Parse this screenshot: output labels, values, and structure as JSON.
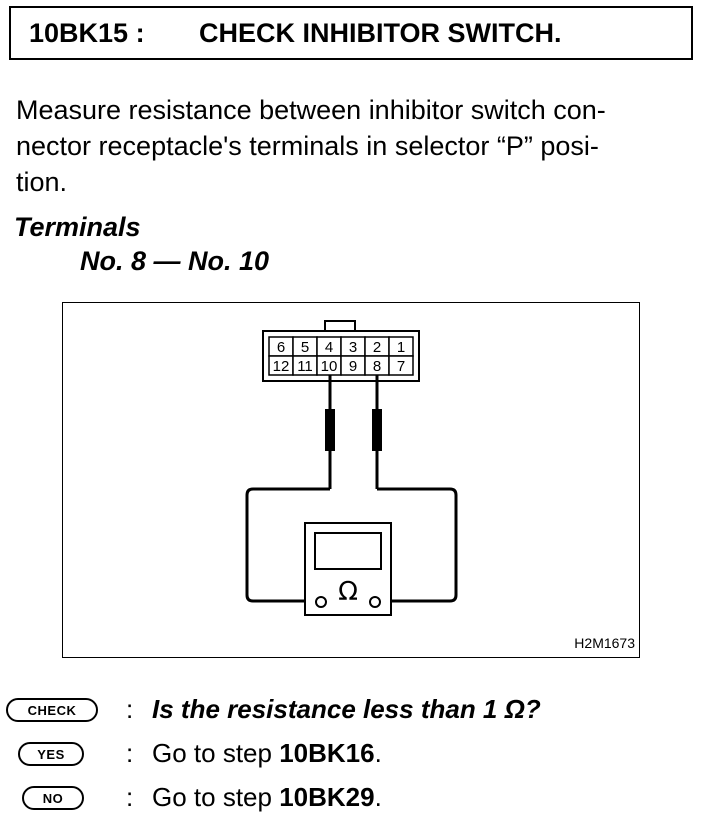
{
  "header": {
    "code": "10BK15 :",
    "title": "CHECK INHIBITOR SWITCH."
  },
  "intro": {
    "line1": "Measure resistance between inhibitor switch con-",
    "line2": "nector receptacle's terminals in selector “P” posi-",
    "line3": "tion."
  },
  "terminals": {
    "heading": "Terminals",
    "pair": "No. 8 — No. 10"
  },
  "figure": {
    "connector_top_row": [
      "6",
      "5",
      "4",
      "3",
      "2",
      "1"
    ],
    "connector_bottom_row": [
      "12",
      "11",
      "10",
      "9",
      "8",
      "7"
    ],
    "meter_symbol": "Ω",
    "code": "H2M1673"
  },
  "steps": [
    {
      "badge": "CHECK",
      "colon": ":",
      "text": "Is the resistance less than 1 Ω?"
    },
    {
      "badge": "YES",
      "colon": ":",
      "prefix": "Go to step ",
      "target": "10BK16",
      "suffix": "."
    },
    {
      "badge": "NO",
      "colon": ":",
      "prefix": "Go to step ",
      "target": "10BK29",
      "suffix": "."
    }
  ]
}
